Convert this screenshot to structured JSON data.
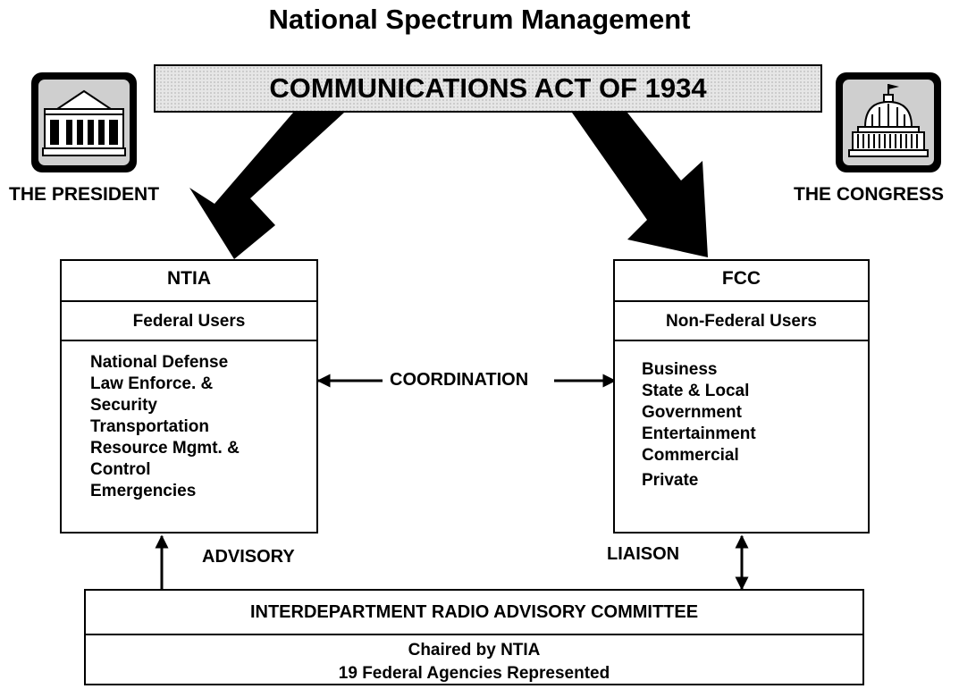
{
  "title": "National Spectrum Management",
  "banner": "COMMUNICATIONS ACT OF 1934",
  "president": {
    "label": "THE PRESIDENT",
    "icon": "white-house-icon"
  },
  "congress": {
    "label": "THE CONGRESS",
    "icon": "capitol-icon"
  },
  "ntia": {
    "name": "NTIA",
    "users": "Federal Users",
    "items": [
      "National Defense",
      "Law Enforce. &",
      "Security",
      "Transportation",
      "Resource Mgmt. &",
      "Control",
      "Emergencies"
    ]
  },
  "fcc": {
    "name": "FCC",
    "users": "Non-Federal Users",
    "items": [
      "Business",
      "State & Local",
      "Government",
      "Entertainment",
      "Commercial",
      "Private"
    ]
  },
  "coordination": "COORDINATION",
  "advisory": "ADVISORY",
  "liaison": "LIAISON",
  "irac": {
    "name": "INTERDEPARTMENT RADIO ADVISORY COMMITTEE",
    "line1": "Chaired by NTIA",
    "line2": "19 Federal Agencies Represented"
  }
}
